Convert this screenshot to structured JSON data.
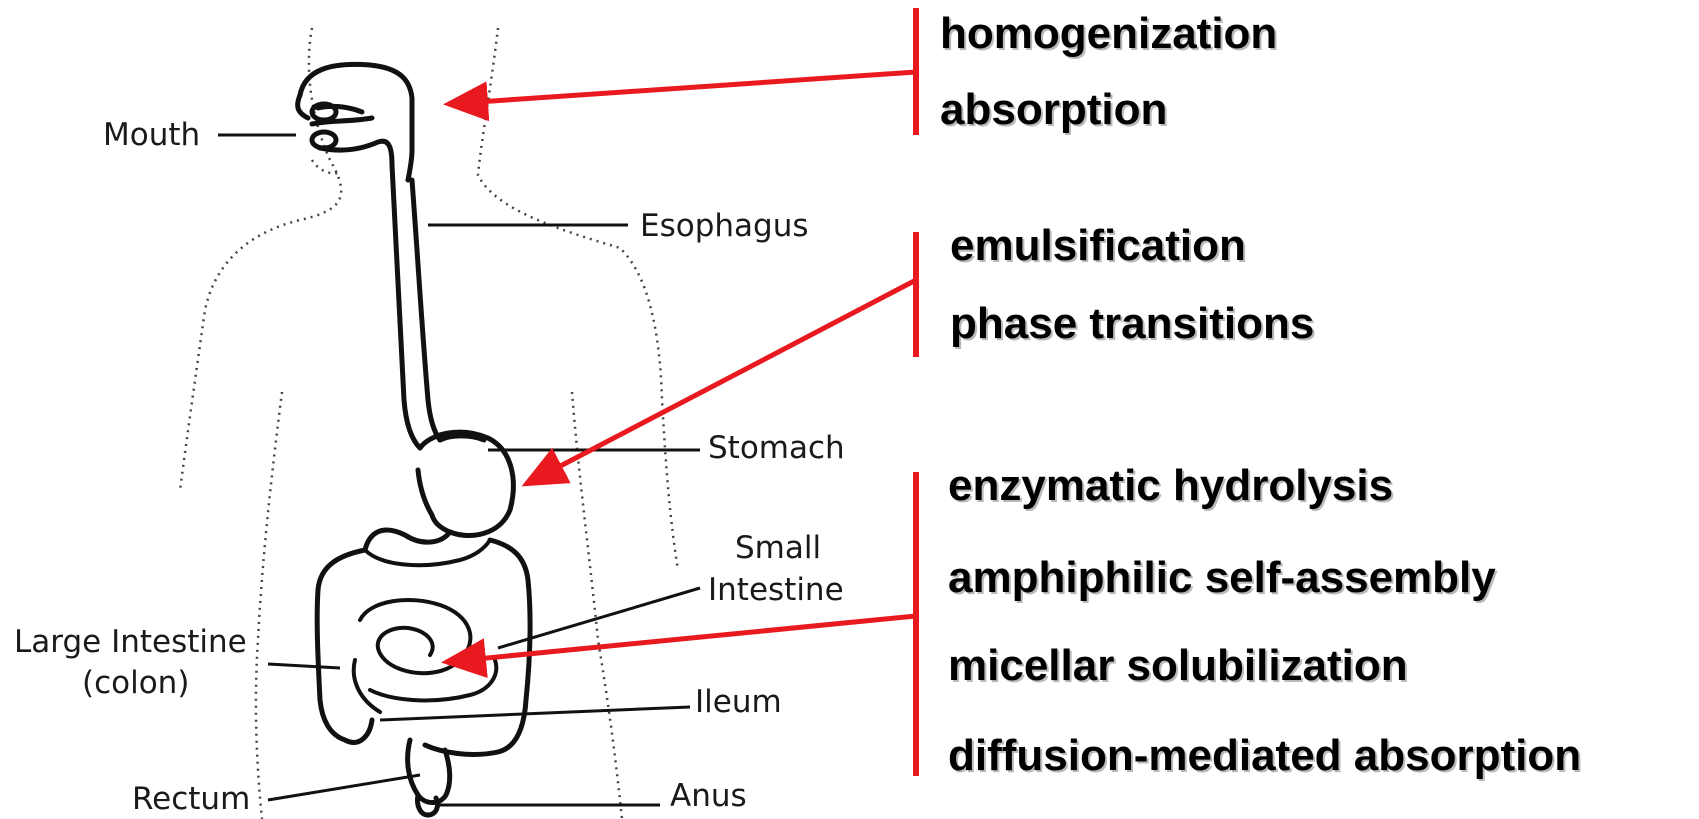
{
  "organs": {
    "mouth": "Mouth",
    "esophagus": "Esophagus",
    "stomach": "Stomach",
    "small_intestine_1": "Small",
    "small_intestine_2": "Intestine",
    "large_intestine_1": "Large Intestine",
    "large_intestine_2": "(colon)",
    "ileum": "Ileum",
    "rectum": "Rectum",
    "anus": "Anus"
  },
  "processes": {
    "mouth_group": [
      "homogenization",
      "absorption"
    ],
    "stomach_group": [
      "emulsification",
      "phase transitions"
    ],
    "intestine_group": [
      "enzymatic hydrolysis",
      "amphiphilic self-assembly",
      "micellar solubilization",
      "diffusion-mediated absorption"
    ]
  },
  "colors": {
    "arrow": "#e8191f",
    "text": "#000000",
    "outline": "#111111"
  }
}
